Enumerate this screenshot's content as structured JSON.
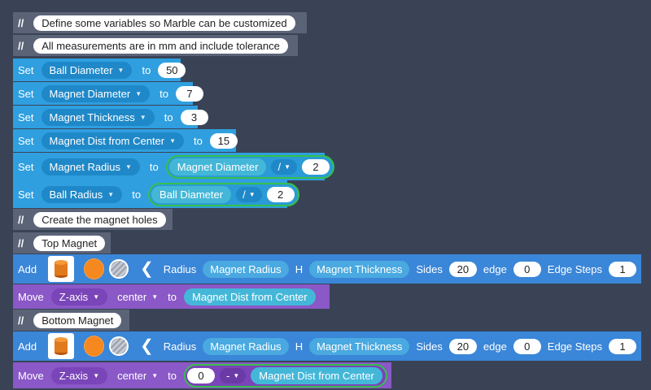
{
  "comments": [
    "Define some variables so Marble can be customized",
    "All measurements are in mm and include tolerance",
    "Create the magnet holes",
    "Top Magnet",
    "Bottom Magnet"
  ],
  "comment_symbol": "//",
  "kw": {
    "set": "Set",
    "to": "to",
    "add": "Add",
    "move": "Move",
    "radius": "Radius",
    "h": "H",
    "sides": "Sides",
    "edge": "edge",
    "edge_steps": "Edge Steps"
  },
  "sets": [
    {
      "var": "Ball Diameter",
      "value": "50"
    },
    {
      "var": "Magnet Diameter",
      "value": "7"
    },
    {
      "var": "Magnet Thickness",
      "value": "3"
    },
    {
      "var": "Magnet Dist from Center",
      "value": "15"
    }
  ],
  "exprs": [
    {
      "var": "Magnet Radius",
      "operand": "Magnet Diameter",
      "op": "/",
      "value": "2"
    },
    {
      "var": "Ball Radius",
      "operand": "Ball Diameter",
      "op": "/",
      "value": "2"
    }
  ],
  "adds": [
    {
      "radius": "Magnet Radius",
      "h": "Magnet Thickness",
      "sides": "20",
      "edge": "0",
      "edge_steps": "1"
    },
    {
      "radius": "Magnet Radius",
      "h": "Magnet Thickness",
      "sides": "20",
      "edge": "0",
      "edge_steps": "1"
    }
  ],
  "moves": [
    {
      "axis": "Z-axis",
      "anchor": "center",
      "target": "Magnet Dist from Center"
    },
    {
      "axis": "Z-axis",
      "anchor": "center",
      "num": "0",
      "op": "-",
      "target": "Magnet Dist from Center"
    }
  ],
  "colors": {
    "background": "#3a4356",
    "set_block": "#2f9fe0",
    "add_block": "#3a86d8",
    "move_block": "#8a58c7",
    "comment_block": "#5b6377",
    "math_outline": "#35c04b",
    "sphere": "#f5891f"
  },
  "icons": [
    "cylinder-icon",
    "orange-sphere-icon",
    "hole-pattern-icon",
    "chevron-left-icon",
    "dropdown-caret-icon"
  ]
}
